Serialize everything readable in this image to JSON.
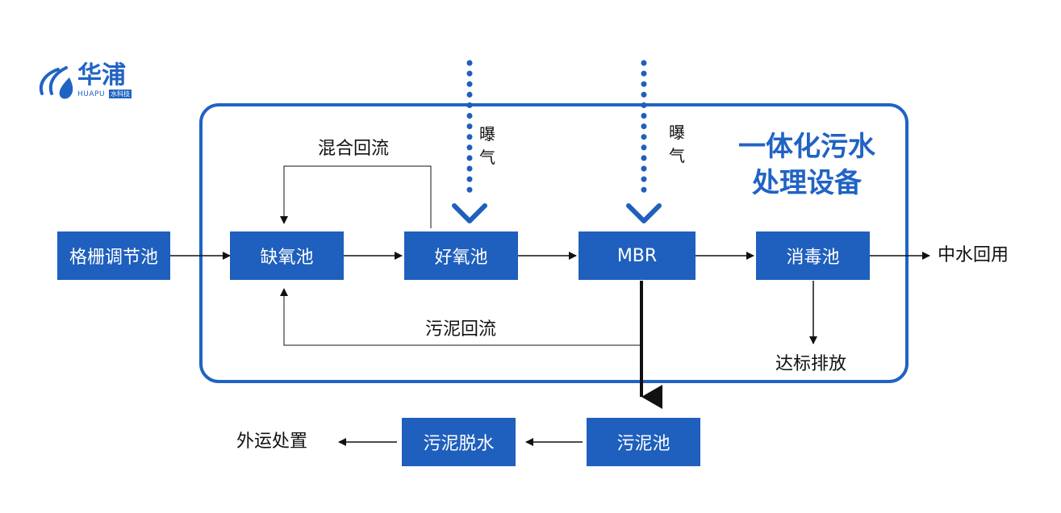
{
  "logo": {
    "name_cn": "华浦",
    "name_en": "HUAPU",
    "tag": "水科技"
  },
  "system_title": {
    "line1": "一体化污水",
    "line2": "处理设备"
  },
  "boxes": {
    "grille": "格栅调节池",
    "anoxic": "缺氧池",
    "aerobic": "好氧池",
    "mbr": "MBR",
    "disinfect": "消毒池",
    "sludge_pool": "污泥池",
    "dewater": "污泥脱水"
  },
  "labels": {
    "mixed_return": "混合回流",
    "sludge_return": "污泥回流",
    "reuse": "中水回用",
    "discharge": "达标排放",
    "transport": "外运处置",
    "aeration_1": [
      "曝",
      "气"
    ],
    "aeration_2": [
      "曝",
      "气"
    ]
  },
  "colors": {
    "box": "#1f5fbd",
    "frame": "#2063c4",
    "title": "#2063c4"
  }
}
